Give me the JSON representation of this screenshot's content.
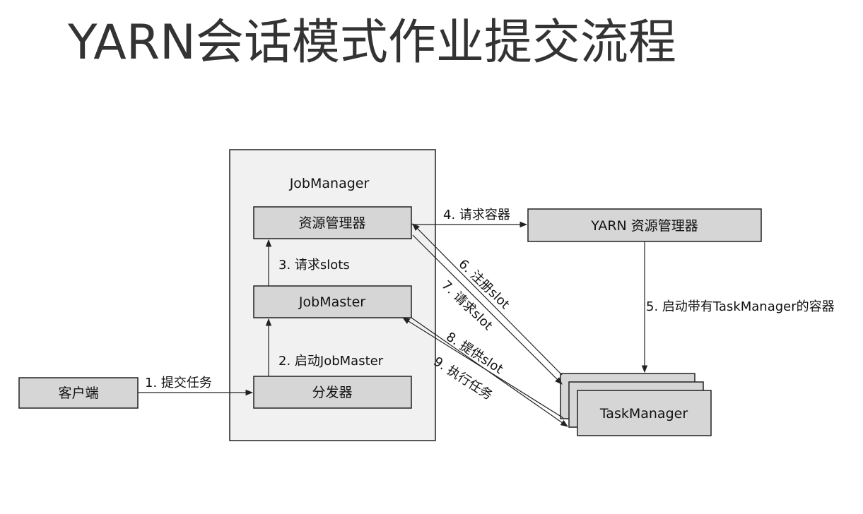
{
  "title": "YARN会话模式作业提交流程",
  "nodes": {
    "job_manager": "JobManager",
    "resource_manager": "资源管理器",
    "job_master": "JobMaster",
    "dispatcher": "分发器",
    "client": "客户端",
    "yarn_resource_manager": "YARN 资源管理器",
    "task_manager": "TaskManager"
  },
  "edges": {
    "submit_job": "1. 提交任务",
    "start_jobmaster": "2. 启动JobMaster",
    "request_slots": "3. 请求slots",
    "request_container": "4. 请求容器",
    "start_container": "5. 启动带有TaskManager的容器",
    "register_slot": "6. 注册slot",
    "request_slot": "7. 请求slot",
    "offer_slot": "8. 提供slot",
    "execute_task": "9. 执行任务"
  },
  "colors": {
    "box_fill": "#d6d6d6",
    "container_fill": "#f1f1f1",
    "stroke": "#222222"
  }
}
